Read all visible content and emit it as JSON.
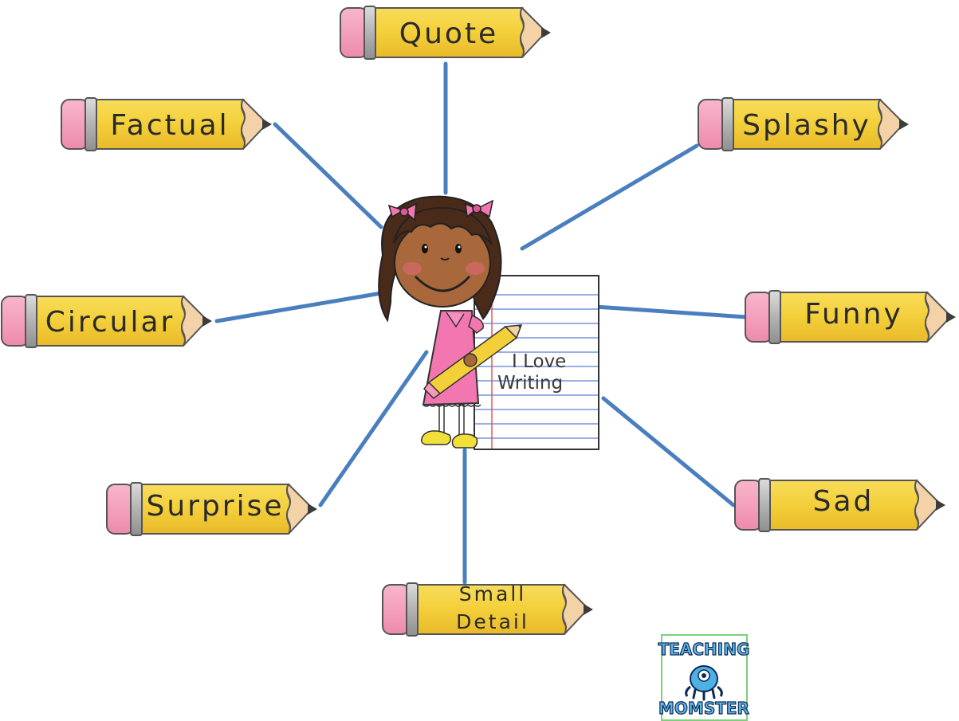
{
  "diagram": {
    "center": {
      "paper_line1": "I Love",
      "paper_line2": "Writing"
    },
    "pencils": [
      {
        "key": "quote",
        "label": "Quote"
      },
      {
        "key": "factual",
        "label": "Factual"
      },
      {
        "key": "splashy",
        "label": "Splashy"
      },
      {
        "key": "circular",
        "label": "Circular"
      },
      {
        "key": "funny",
        "label": "Funny"
      },
      {
        "key": "surprise",
        "label": "Surprise"
      },
      {
        "key": "sad",
        "label": "Sad"
      },
      {
        "key": "small-detail",
        "label_line1": "Small",
        "label_line2": "Detail"
      }
    ],
    "logo": {
      "line1": "TEACHING",
      "line2": "MOMSTER"
    }
  },
  "colors": {
    "connector": "#4a7fbf",
    "pencil_body": "#f3cf3a",
    "eraser": "#f39ab6",
    "ferrule": "#b8b8b8",
    "wood": "#f2d2a6"
  }
}
